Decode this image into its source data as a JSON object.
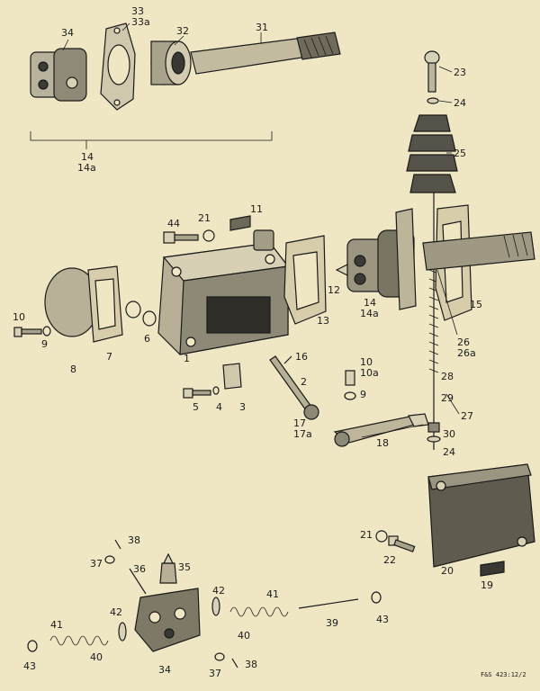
{
  "labels": [
    {
      "id": "34",
      "text": "34"
    },
    {
      "id": "33",
      "text": "33"
    },
    {
      "id": "33a",
      "text": "33a"
    },
    {
      "id": "32",
      "text": "32"
    },
    {
      "id": "31",
      "text": "31"
    },
    {
      "id": "14top",
      "text": "14"
    },
    {
      "id": "14atop",
      "text": "14a"
    },
    {
      "id": "23",
      "text": "23"
    },
    {
      "id": "24a",
      "text": "24"
    },
    {
      "id": "25",
      "text": "25"
    },
    {
      "id": "44",
      "text": "44"
    },
    {
      "id": "21a",
      "text": "21"
    },
    {
      "id": "11",
      "text": "11"
    },
    {
      "id": "14mid",
      "text": "14"
    },
    {
      "id": "14amid",
      "text": "14a"
    },
    {
      "id": "12",
      "text": "12"
    },
    {
      "id": "13",
      "text": "13"
    },
    {
      "id": "15",
      "text": "15"
    },
    {
      "id": "26",
      "text": "26"
    },
    {
      "id": "26a",
      "text": "26a"
    },
    {
      "id": "10a",
      "text": "10"
    },
    {
      "id": "9a",
      "text": "9"
    },
    {
      "id": "8",
      "text": "8"
    },
    {
      "id": "7",
      "text": "7"
    },
    {
      "id": "6",
      "text": "6"
    },
    {
      "id": "1",
      "text": "1"
    },
    {
      "id": "16",
      "text": "16"
    },
    {
      "id": "10b",
      "text": "10"
    },
    {
      "id": "10ab",
      "text": "10a"
    },
    {
      "id": "9b",
      "text": "9"
    },
    {
      "id": "2",
      "text": "2"
    },
    {
      "id": "28",
      "text": "28"
    },
    {
      "id": "29",
      "text": "29"
    },
    {
      "id": "27",
      "text": "27"
    },
    {
      "id": "5",
      "text": "5"
    },
    {
      "id": "4",
      "text": "4"
    },
    {
      "id": "3",
      "text": "3"
    },
    {
      "id": "17",
      "text": "17"
    },
    {
      "id": "17a",
      "text": "17a"
    },
    {
      "id": "18",
      "text": "18"
    },
    {
      "id": "30",
      "text": "30"
    },
    {
      "id": "24b",
      "text": "24"
    },
    {
      "id": "38a",
      "text": "38"
    },
    {
      "id": "37a",
      "text": "37"
    },
    {
      "id": "36",
      "text": "36"
    },
    {
      "id": "35",
      "text": "35"
    },
    {
      "id": "21b",
      "text": "21"
    },
    {
      "id": "22",
      "text": "22"
    },
    {
      "id": "20",
      "text": "20"
    },
    {
      "id": "19",
      "text": "19"
    },
    {
      "id": "42a",
      "text": "42"
    },
    {
      "id": "41a",
      "text": "41"
    },
    {
      "id": "42b",
      "text": "42"
    },
    {
      "id": "41b",
      "text": "41"
    },
    {
      "id": "40a",
      "text": "40"
    },
    {
      "id": "39",
      "text": "39"
    },
    {
      "id": "43a",
      "text": "43"
    },
    {
      "id": "40b",
      "text": "40"
    },
    {
      "id": "43b",
      "text": "43"
    },
    {
      "id": "34b",
      "text": "34"
    },
    {
      "id": "37b",
      "text": "37"
    },
    {
      "id": "38b",
      "text": "38"
    }
  ],
  "reference": "F&S 423:12/2",
  "colors": {
    "paper": "#efe6c4",
    "ink": "#1a1a1a",
    "metal": "#c9c2a6",
    "shadow": "#5a5648"
  }
}
